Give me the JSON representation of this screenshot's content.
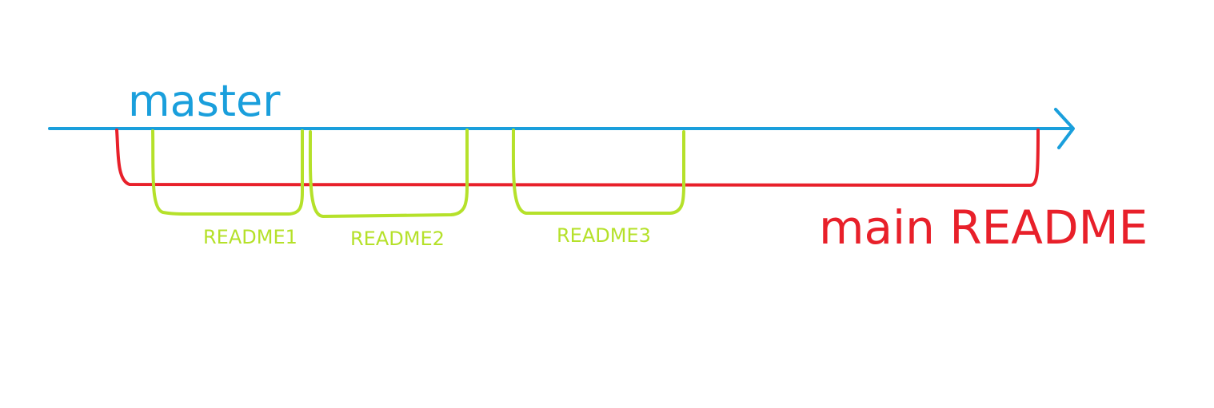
{
  "colors": {
    "master": "#1a9fdc",
    "main": "#e8202a",
    "feature": "#b5e12a",
    "background": "#ffffff"
  },
  "labels": {
    "master": "master",
    "main": "main README",
    "readme1": "README1",
    "readme2": "README2",
    "readme3": "README3"
  }
}
